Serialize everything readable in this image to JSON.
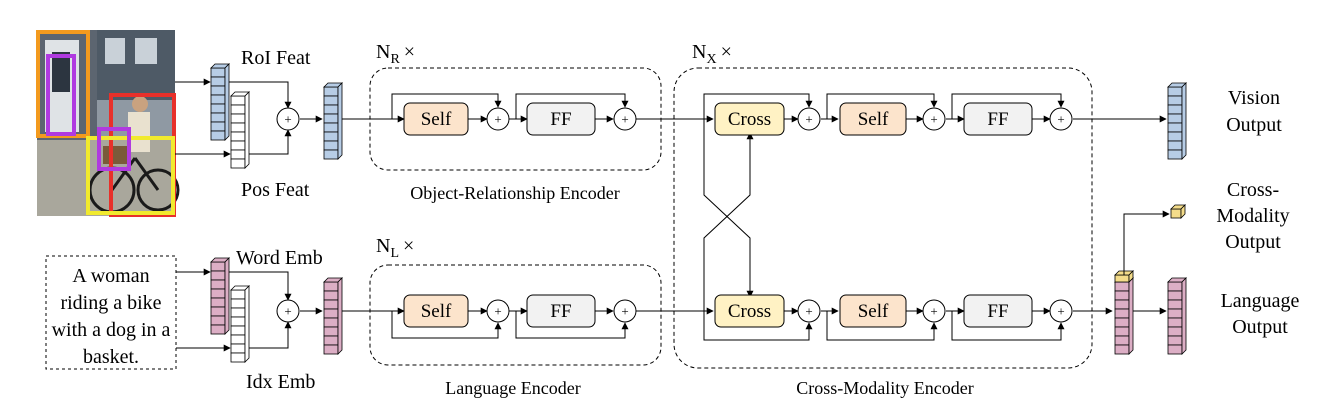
{
  "inputs": {
    "roi_feat": "RoI Feat",
    "pos_feat": "Pos Feat",
    "word_emb": "Word Emb",
    "idx_emb": "Idx Emb",
    "sentence_lines": [
      "A woman",
      "riding a bike",
      "with a dog in a",
      "basket."
    ]
  },
  "encoders": {
    "object_relationship": {
      "caption": "Object-Relationship Encoder",
      "repeat_base": "N",
      "repeat_sub": "R",
      "repeat_mark": "×"
    },
    "language": {
      "caption": "Language Encoder",
      "repeat_base": "N",
      "repeat_sub": "L",
      "repeat_mark": "×"
    },
    "cross_modality": {
      "caption": "Cross-Modality Encoder",
      "repeat_base": "N",
      "repeat_sub": "X",
      "repeat_mark": "×"
    }
  },
  "blocks": {
    "self": "Self",
    "ff": "FF",
    "cross": "Cross",
    "plus": "+"
  },
  "outputs": {
    "vision": [
      "Vision",
      "Output"
    ],
    "cross_modality": [
      "Cross-",
      "Modality",
      "Output"
    ],
    "language": [
      "Language",
      "Output"
    ]
  },
  "colors": {
    "self_fill": "#fce4cc",
    "cross_fill": "#fff2c4",
    "ff_fill": "#f2f2f2",
    "vision_vec": "#b7cde6",
    "language_vec": "#dcaec5",
    "cross_vec": "#f4dc8a",
    "box_red": "#e8302a",
    "box_yellow": "#f1ea2e",
    "box_purple": "#b03ae0",
    "box_orange": "#f39a1e"
  }
}
